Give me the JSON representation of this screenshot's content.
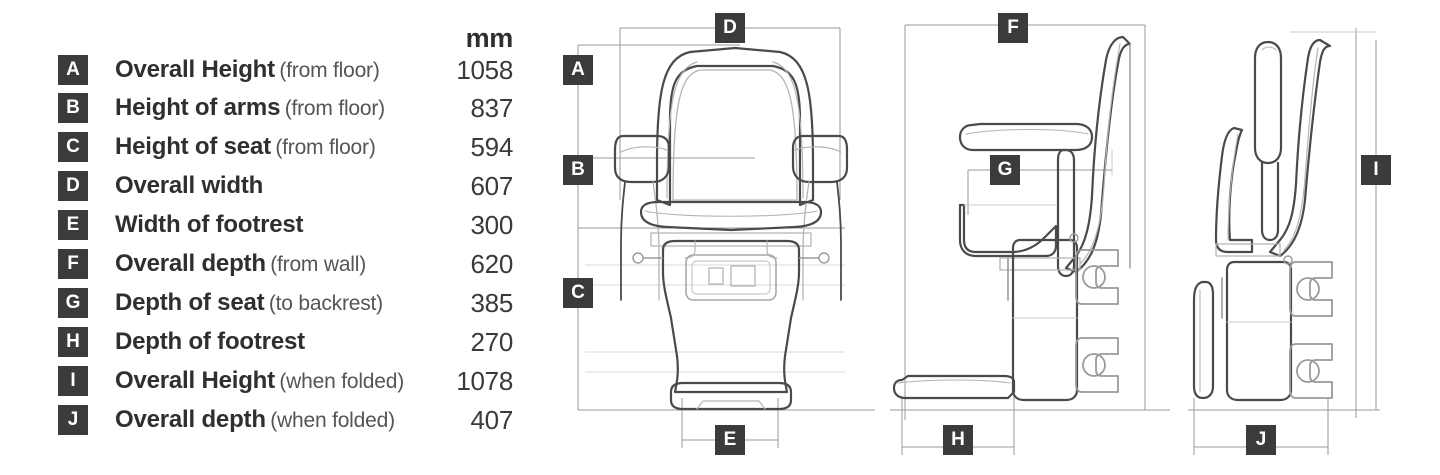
{
  "table": {
    "unit_header": "mm",
    "rows": [
      {
        "key": "A",
        "label": "Overall Height",
        "qualifier": "(from floor)",
        "value": "1058"
      },
      {
        "key": "B",
        "label": "Height of arms",
        "qualifier": "(from floor)",
        "value": "837"
      },
      {
        "key": "C",
        "label": "Height of seat",
        "qualifier": "(from floor)",
        "value": "594"
      },
      {
        "key": "D",
        "label": "Overall width",
        "qualifier": "",
        "value": "607"
      },
      {
        "key": "E",
        "label": "Width of footrest",
        "qualifier": "",
        "value": "300"
      },
      {
        "key": "F",
        "label": "Overall depth",
        "qualifier": "(from wall)",
        "value": "620"
      },
      {
        "key": "G",
        "label": "Depth of seat",
        "qualifier": "(to backrest)",
        "value": "385"
      },
      {
        "key": "H",
        "label": "Depth of footrest",
        "qualifier": "",
        "value": "270"
      },
      {
        "key": "I",
        "label": "Overall Height",
        "qualifier": "(when folded)",
        "value": "1078"
      },
      {
        "key": "J",
        "label": "Overall depth",
        "qualifier": "(when folded)",
        "value": "407"
      }
    ]
  },
  "diagrams": {
    "front": {
      "name": "front-elevation",
      "markers": [
        "A",
        "B",
        "C",
        "D",
        "E"
      ]
    },
    "side": {
      "name": "side-elevation",
      "markers": [
        "F",
        "G",
        "H"
      ]
    },
    "folded": {
      "name": "folded-side-elevation",
      "markers": [
        "I",
        "J"
      ]
    }
  },
  "markers": {
    "A": "A",
    "B": "B",
    "C": "C",
    "D": "D",
    "E": "E",
    "F": "F",
    "G": "G",
    "H": "H",
    "I": "I",
    "J": "J"
  },
  "colors": {
    "badge_bg": "#3b3b3b",
    "badge_text": "#ffffff",
    "label_text": "#2f2f2f",
    "qualifier_text": "#555555",
    "value_text": "#3a3a3a",
    "outline_dark": "#4a4a4a",
    "outline_light": "#c8c8c8",
    "dimension_line": "#9a9a9a",
    "background": "#ffffff"
  }
}
